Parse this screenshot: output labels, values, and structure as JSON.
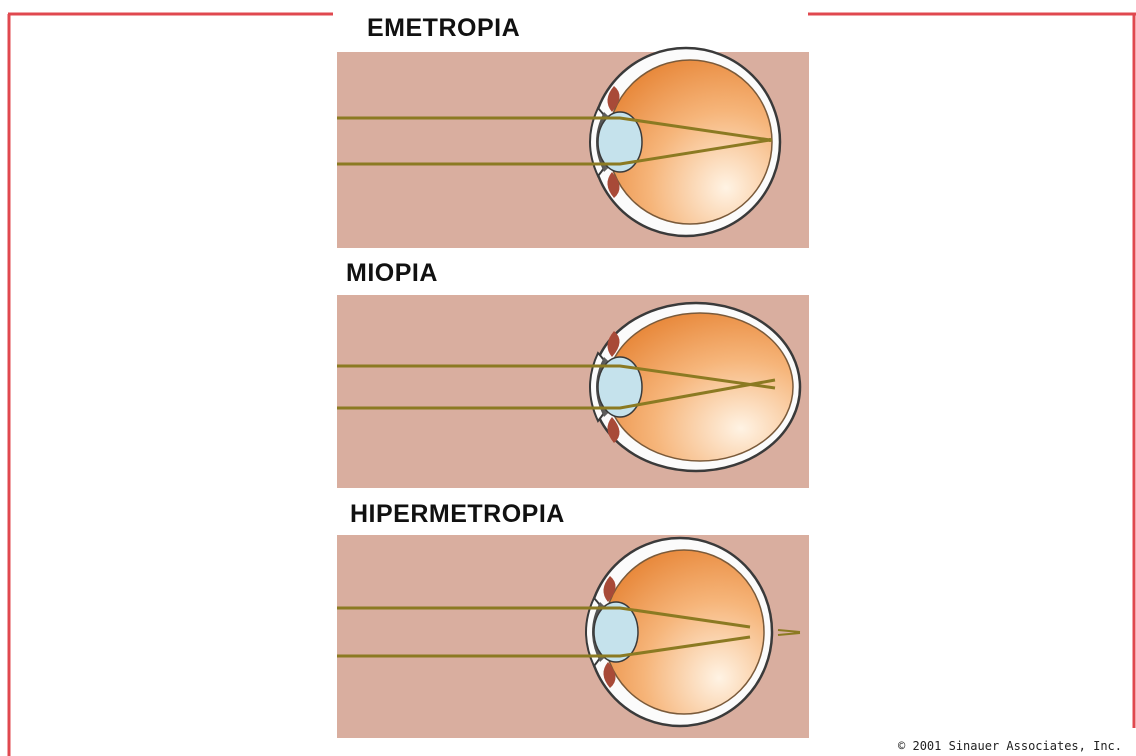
{
  "diagram": {
    "panels": [
      {
        "id": "emetropia",
        "title": "EMETROPIA",
        "focus": "on retina"
      },
      {
        "id": "miopia",
        "title": "MIOPIA",
        "focus": "in front of retina"
      },
      {
        "id": "hipermetropia",
        "title": "HIPERMETROPIA",
        "focus": "behind retina"
      }
    ],
    "credit": "© 2001 Sinauer Associates, Inc."
  },
  "colors": {
    "frame": "#e0484f",
    "panel_background": "#d9ae9f",
    "light_ray": "#8b7a22",
    "eye_outline": "#3a3a3a",
    "sclera": "#fbfbfb",
    "vitreous_dark": "#e8893c",
    "vitreous_light": "#fff3e4",
    "lens": "#c5e2ec",
    "iris": "#6a6a6a",
    "ciliary": "#a84a38"
  }
}
